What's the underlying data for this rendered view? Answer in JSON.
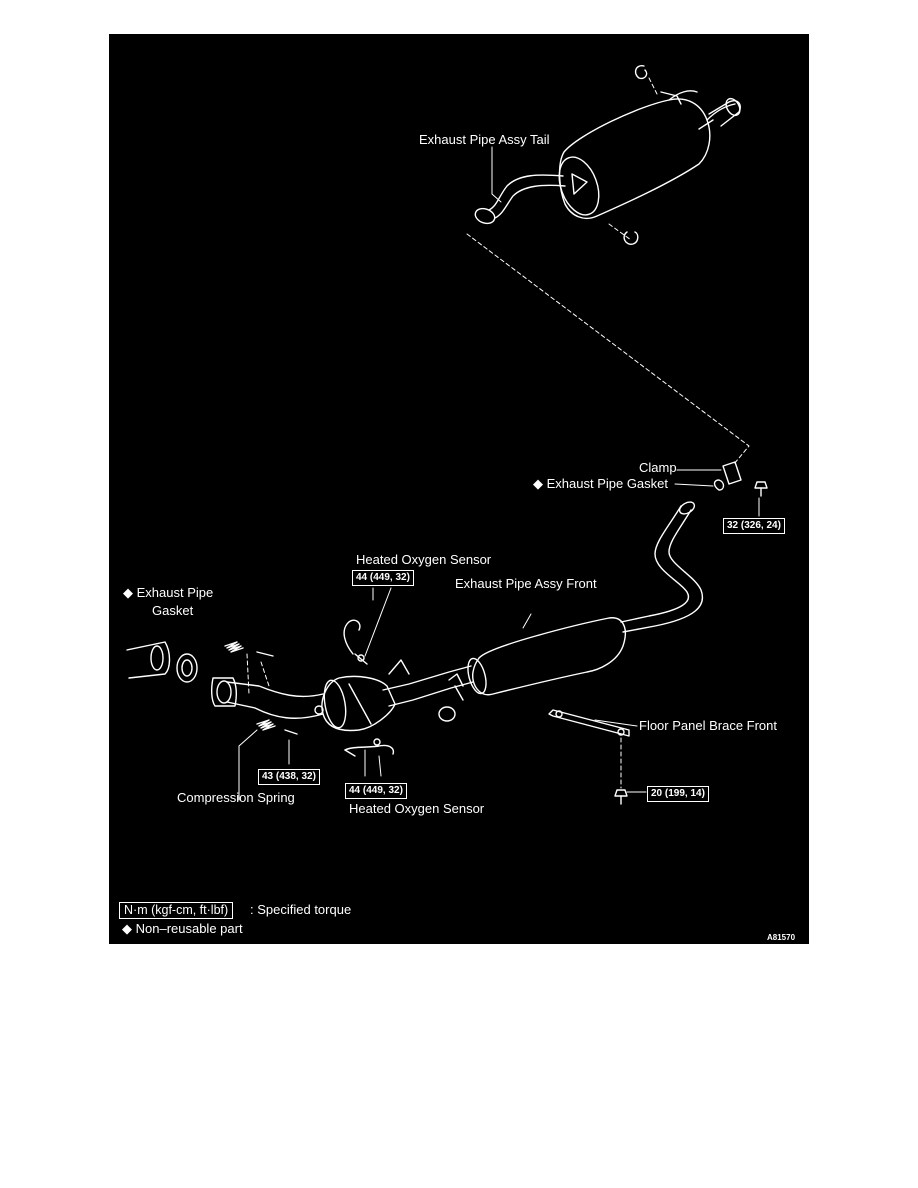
{
  "labels": {
    "exhaust_pipe_assy_tail": "Exhaust Pipe Assy Tail",
    "clamp": "Clamp",
    "exhaust_pipe_gasket_rear": "◆ Exhaust Pipe Gasket",
    "heated_oxygen_sensor_upper": "Heated Oxygen Sensor",
    "exhaust_pipe_assy_front": "Exhaust Pipe Assy Front",
    "exhaust_pipe_gasket_front_line1": "◆ Exhaust Pipe",
    "exhaust_pipe_gasket_front_line2": "Gasket",
    "floor_panel_brace_front": "Floor Panel Brace Front",
    "compression_spring": "Compression Spring",
    "heated_oxygen_sensor_lower": "Heated Oxygen Sensor"
  },
  "torques": {
    "clamp_bolt": "32 (326, 24)",
    "upper_sensor": "44 (449, 32)",
    "front_flange": "43 (438, 32)",
    "lower_sensor": "44 (449, 32)",
    "brace_bolt": "20 (199, 14)"
  },
  "legend": {
    "unit_box": "N·m (kgf-cm, ft·lbf)",
    "unit_text": ": Specified torque",
    "non_reusable": "◆ Non–reusable part"
  },
  "figure_code": "A81570"
}
